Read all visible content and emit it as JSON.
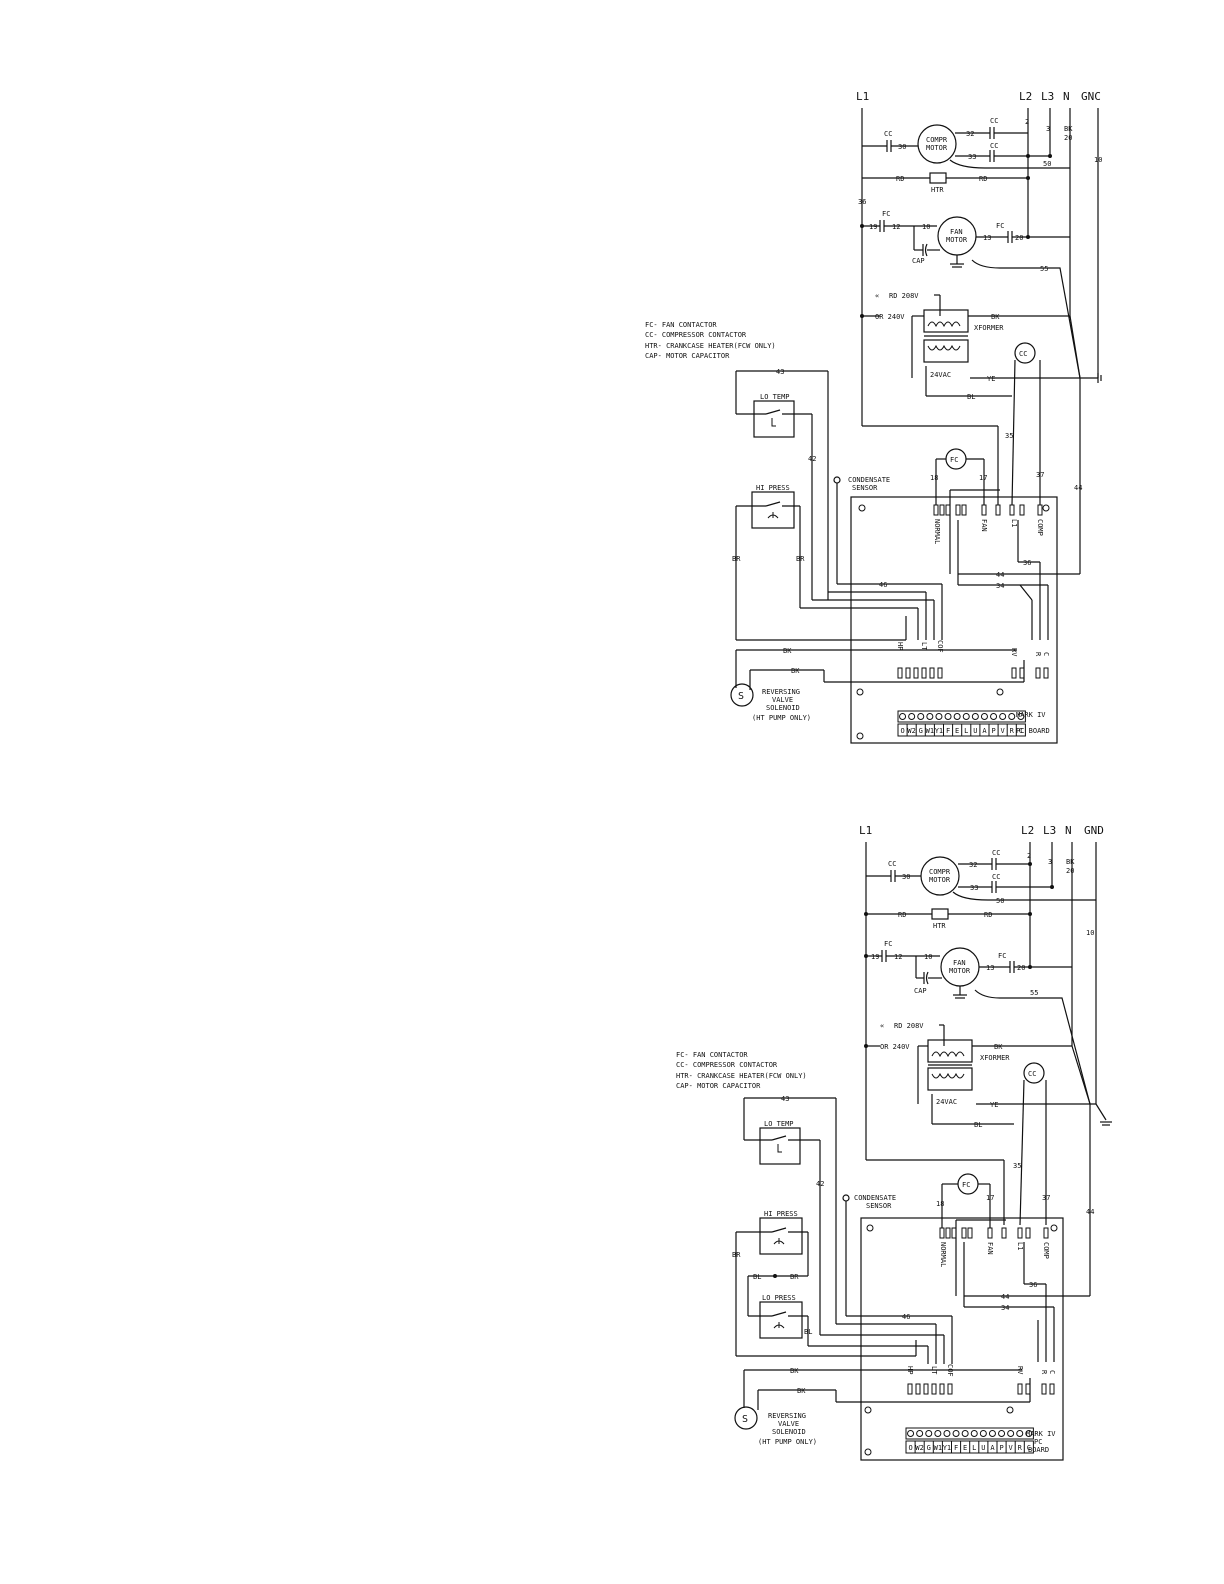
{
  "diagrams": [
    {
      "lines": {
        "l1": "L1",
        "l2": "L2",
        "l3": "L3",
        "n": "N",
        "gnd": "GNC"
      },
      "legend": [
        "FC- FAN CONTACTOR",
        "CC- COMPRESSOR CONTACTOR",
        "HTR- CRANKCASE HEATER(FCW ONLY)",
        "CAP- MOTOR CAPACITOR"
      ],
      "wires": {
        "w2": "2",
        "w3": "3",
        "bk": "BK",
        "w20": "20",
        "w30": "30",
        "w32": "32",
        "w33": "33",
        "w50": "50",
        "w10": "10",
        "w36": "36",
        "w19": "19",
        "w12": "12",
        "w10b": "10",
        "w13": "13",
        "w20b": "20",
        "w55": "55",
        "rd": "RD",
        "bk2": "BK",
        "ye": "YE",
        "bl": "BL",
        "w35": "35",
        "w37": "37",
        "w44": "44",
        "w43": "43",
        "w42": "42",
        "w18": "18",
        "w17": "17",
        "br": "BR",
        "br2": "BR",
        "w46": "46",
        "w44b": "44",
        "w34": "34",
        "w36b": "36",
        "bk3": "BK",
        "bk4": "BK"
      },
      "components": {
        "cc": "CC",
        "fc": "FC",
        "compr": "COMPR",
        "motor": "MOTOR",
        "fan": "FAN",
        "motor2": "MOTOR",
        "htr": "HTR",
        "cap": "CAP",
        "rd208": "RD 208V",
        "or240": "OR 240V",
        "xformer": "XFORMER",
        "vac": "24VAC",
        "lo_temp": "LO TEMP",
        "hi_press": "HI PRESS",
        "cond1": "CONDENSATE",
        "cond2": "SENSOR",
        "s": "S",
        "rv1": "REVERSING",
        "rv2": "VALVE",
        "rv3": "SOLENOID",
        "rv4": "(HT PUMP ONLY)",
        "mark": "MARK IV",
        "pc": "PC BOARD"
      },
      "board_pins": {
        "normal": "NORMAL",
        "fan": "FAN",
        "l1": "L1",
        "comp": "COMP",
        "hp": "HP",
        "lt": "LT",
        "cof": "COF",
        "rv": "RV",
        "r": "R",
        "c": "C"
      },
      "terminals": [
        "O",
        "W2",
        "G",
        "W1",
        "Y1",
        "F",
        "E",
        "L",
        "U",
        "A",
        "P",
        "V",
        "R",
        "C"
      ]
    },
    {
      "lines": {
        "l1": "L1",
        "l2": "L2",
        "l3": "L3",
        "n": "N",
        "gnd": "GND"
      },
      "legend": [
        "FC- FAN CONTACTOR",
        "CC- COMPRESSOR CONTACTOR",
        "HTR- CRANKCASE HEATER(FCW ONLY)",
        "CAP- MOTOR CAPACITOR"
      ],
      "wires": {
        "w2": "2",
        "w3": "3",
        "bk": "BK",
        "w20": "20",
        "w30": "30",
        "w32": "32",
        "w33": "33",
        "w50": "50",
        "w10": "10",
        "w19": "19",
        "w12": "12",
        "w10b": "10",
        "w13": "13",
        "w20b": "20",
        "w55": "55",
        "rd": "RD",
        "bk2": "BK",
        "ye": "YE",
        "bl": "BL",
        "w35": "35",
        "w37": "37",
        "w44": "44",
        "w43": "43",
        "w42": "42",
        "w18": "18",
        "w17": "17",
        "br": "BR",
        "bl2": "BL",
        "br2": "BR",
        "bl3": "BL",
        "w46": "46",
        "w44b": "44",
        "w34": "34",
        "w36b": "36",
        "bk3": "BK",
        "bk4": "BK"
      },
      "components": {
        "cc": "CC",
        "fc": "FC",
        "compr": "COMPR",
        "motor": "MOTOR",
        "fan": "FAN",
        "motor2": "MOTOR",
        "htr": "HTR",
        "cap": "CAP",
        "rd208": "RD 208V",
        "or240": "OR 240V",
        "xformer": "XFORMER",
        "vac": "24VAC",
        "lo_temp": "LO TEMP",
        "hi_press": "HI PRESS",
        "lo_press": "LO PRESS",
        "cond1": "CONDENSATE",
        "cond2": "SENSOR",
        "s": "S",
        "rv1": "REVERSING",
        "rv2": "VALVE",
        "rv3": "SOLENOID",
        "rv4": "(HT PUMP ONLY)",
        "mark": "MARK IV",
        "pc": "PC",
        "board": "BOARD"
      },
      "board_pins": {
        "normal": "NORMAL",
        "fan": "FAN",
        "l1": "L1",
        "comp": "COMP",
        "hp": "HP",
        "lt": "LT",
        "cof": "COF",
        "rv": "RV",
        "r": "R",
        "c": "C"
      },
      "terminals": [
        "O",
        "W2",
        "G",
        "W1",
        "Y1",
        "F",
        "E",
        "L",
        "U",
        "A",
        "P",
        "V",
        "R",
        "C"
      ]
    }
  ]
}
